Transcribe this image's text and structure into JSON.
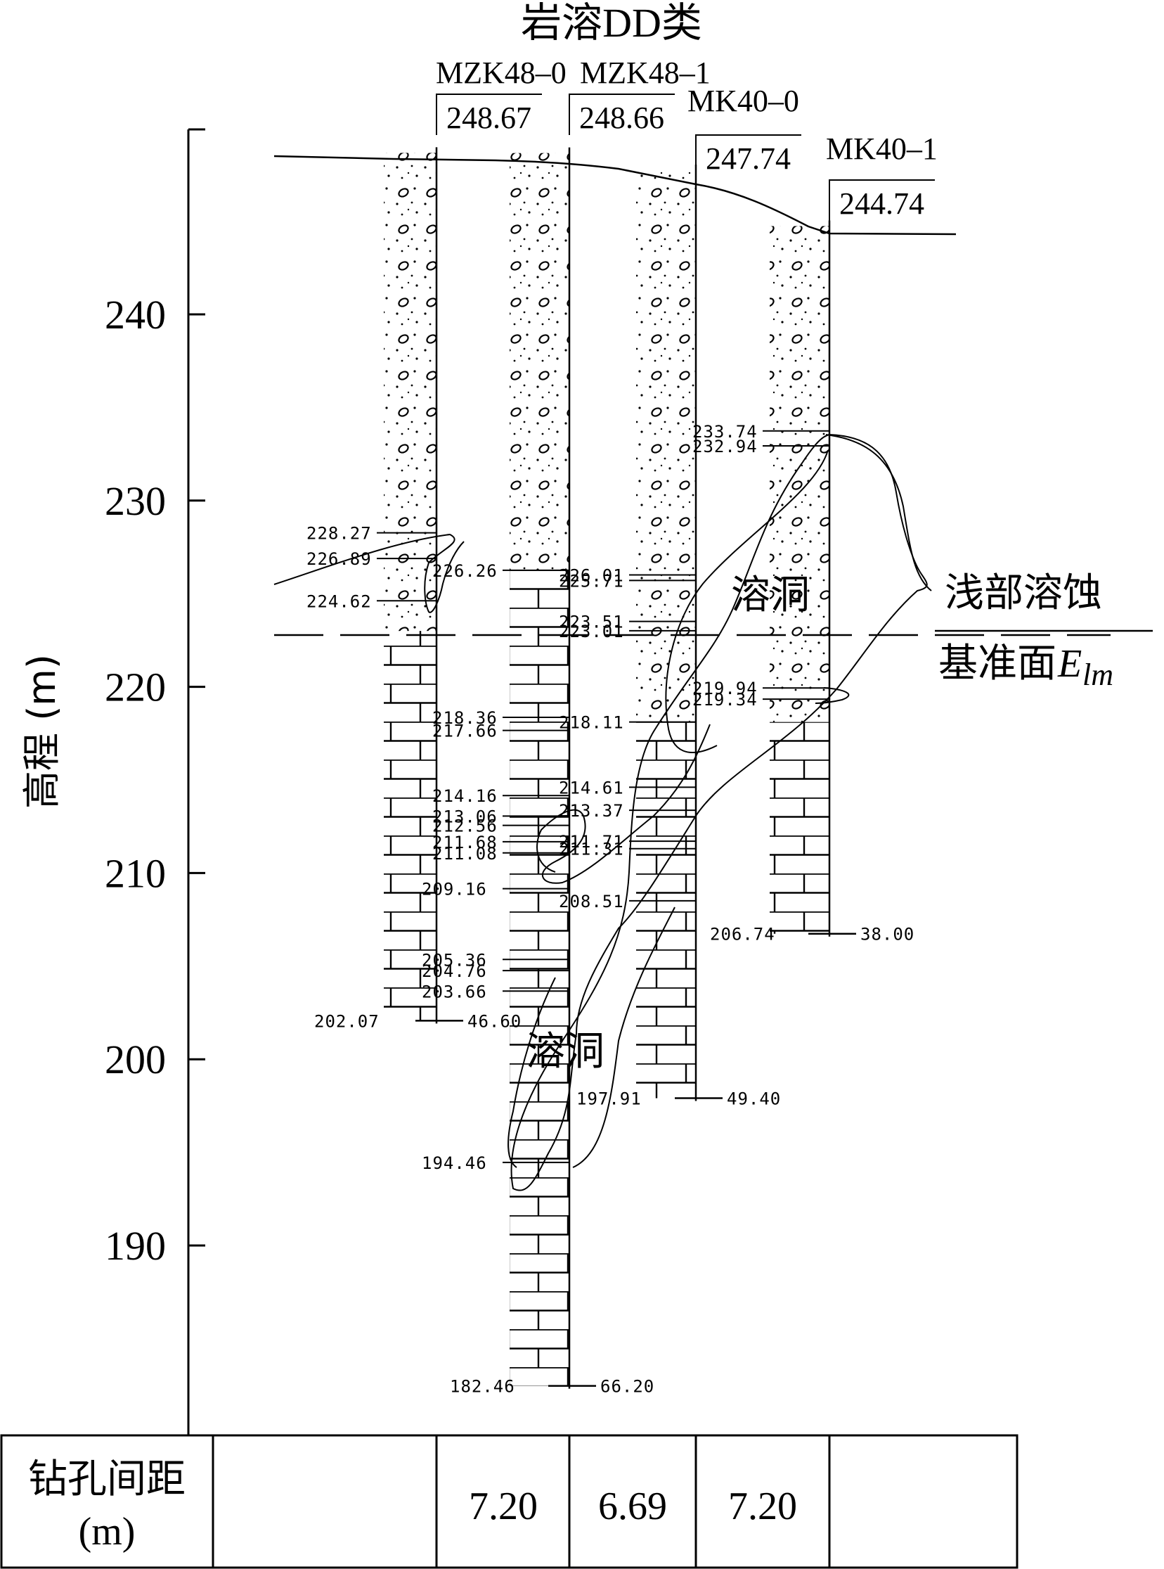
{
  "title": "岩溶DD类",
  "y_axis": {
    "label": "高程 (m)",
    "ticks": [
      {
        "label": "240",
        "value": 240
      },
      {
        "label": "230",
        "value": 230
      },
      {
        "label": "220",
        "value": 220
      },
      {
        "label": "210",
        "value": 210
      },
      {
        "label": "200",
        "value": 200
      },
      {
        "label": "190",
        "value": 190
      }
    ]
  },
  "boreholes": [
    {
      "name": "MZK48–0",
      "collar_elevation": "248.67",
      "bottom_elevation": "202.07",
      "depth": "46.60",
      "elevation_marks": [
        "228.27",
        "226.89",
        "224.62"
      ]
    },
    {
      "name": "MZK48–1",
      "collar_elevation": "248.66",
      "bottom_elevation": "182.46",
      "depth": "66.20",
      "elevation_marks": [
        "226.26",
        "218.36",
        "217.66",
        "214.16",
        "213.06",
        "212.56",
        "211.68",
        "211.08",
        "209.16",
        "205.36",
        "204.76",
        "203.66",
        "194.46"
      ]
    },
    {
      "name": "MK40–0",
      "collar_elevation": "247.74",
      "bottom_elevation": "197.91",
      "depth": "49.40",
      "elevation_marks": [
        "226.01",
        "225.71",
        "223.51",
        "223.01",
        "218.11",
        "214.61",
        "213.37",
        "211.71",
        "211.31",
        "208.51"
      ]
    },
    {
      "name": "MK40–1",
      "collar_elevation": "244.74",
      "bottom_elevation": "206.74",
      "depth": "38.00",
      "elevation_marks": [
        "233.74",
        "232.94",
        "219.94",
        "219.34"
      ]
    }
  ],
  "annotations": {
    "cave_upper": "溶洞",
    "cave_lower": "溶洞",
    "shallow_dissolution": "浅部溶蚀",
    "datum_text": "基准面",
    "datum_symbol": "E",
    "datum_subscript": "lm"
  },
  "table": {
    "row_label_line1": "钻孔间距",
    "row_label_line2": "(m)",
    "spacings": [
      "7.20",
      "6.69",
      "7.20"
    ]
  }
}
